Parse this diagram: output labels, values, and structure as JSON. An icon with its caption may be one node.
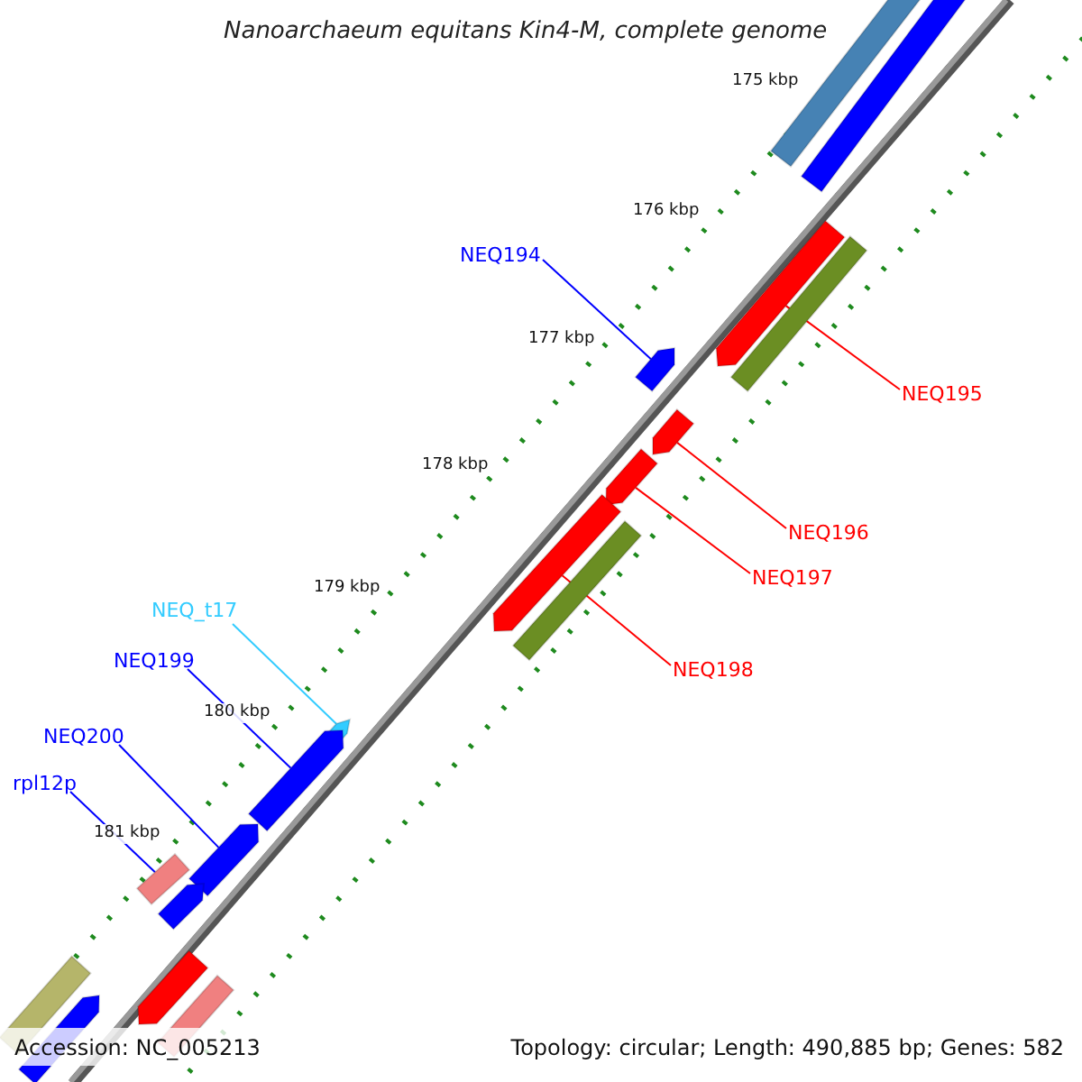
{
  "diagram": {
    "title": "Nanoarchaeum equitans Kin4-M, complete genome",
    "nodes": [
      {
        "text": [
          "NEQ194"
        ]
      },
      {
        "text": [
          "NEQ195"
        ]
      },
      {
        "text": [
          "NEQ196"
        ]
      },
      {
        "text": [
          "NEQ197"
        ]
      },
      {
        "text": [
          "NEQ198"
        ]
      },
      {
        "text": [
          "NEQ_t17"
        ]
      },
      {
        "text": [
          "NEQ199"
        ]
      },
      {
        "text": [
          "NEQ200"
        ]
      },
      {
        "text": [
          "rpl12p"
        ]
      },
      {
        "text": [],
        "shape": "bar"
      },
      {
        "text": [],
        "shape": "bar"
      },
      {
        "text": [],
        "shape": "bar"
      },
      {
        "text": [],
        "shape": "bar"
      },
      {
        "text": [],
        "shape": "bar"
      },
      {
        "text": [],
        "shape": "bar"
      },
      {
        "text": [],
        "shape": "bar"
      },
      {
        "text": [],
        "shape": "bar"
      },
      {
        "text": [],
        "shape": "bar"
      },
      {
        "text": [],
        "shape": "bar"
      },
      {
        "text": [],
        "shape": "bar"
      },
      {
        "text": [],
        "shape": "bar"
      },
      {
        "text": [],
        "shape": "bar"
      },
      {
        "text": [],
        "shape": "bar"
      },
      {
        "text": [],
        "shape": "bar"
      },
      {
        "text": [],
        "shape": "bar"
      },
      {
        "text": [],
        "shape": "bar"
      },
      {
        "text": [],
        "shape": "bar"
      }
    ],
    "edges": [
      {
        "from": 0,
        "to": 9,
        "arrow": "none"
      },
      {
        "from": 1,
        "to": 10,
        "arrow": "none",
        "color": "#ff0000"
      },
      {
        "from": 2,
        "to": 11,
        "arrow": "none",
        "color": "#ff0000"
      },
      {
        "from": 3,
        "to": 12,
        "arrow": "none",
        "color": "#ff0000"
      },
      {
        "from": 4,
        "to": 13,
        "arrow": "none",
        "color": "#ff0000"
      },
      {
        "from": 5,
        "to": 14,
        "arrow": "none",
        "color": "#33ccff"
      },
      {
        "from": 6,
        "to": 15,
        "arrow": "none"
      },
      {
        "from": 7,
        "to": 16,
        "arrow": "none"
      },
      {
        "from": 8,
        "to": 17,
        "arrow": "none"
      }
    ],
    "labels": [
      "175 kbp",
      "176 kbp",
      "177 kbp",
      "178 kbp",
      "179 kbp",
      "180 kbp",
      "181 kbp",
      "Accession: NC_005213",
      "Topology: circular; Length: 490,885 bp; Genes: 582"
    ]
  }
}
